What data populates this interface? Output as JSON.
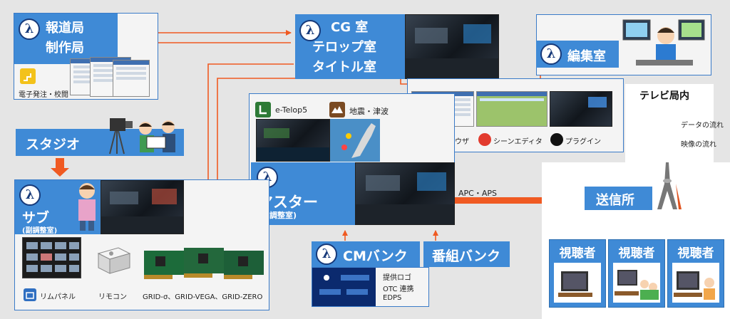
{
  "newsroom": {
    "line1": "報道局",
    "line2": "制作局",
    "caption": "電子発注・校閲"
  },
  "cg": {
    "line1": "CG 室",
    "line2": "テロップ室",
    "line3": "タイトル室"
  },
  "editing": {
    "title": "編集室"
  },
  "tools": {
    "items": [
      {
        "label": "素材ブラウザ"
      },
      {
        "label": "シーンエディタ"
      },
      {
        "label": "プラグイン"
      }
    ]
  },
  "station": {
    "title": "テレビ局内"
  },
  "legend": {
    "data_flow": "データの流れ",
    "video_flow": "映像の流れ"
  },
  "studio": {
    "title": "スタジオ"
  },
  "master": {
    "title": "マスター",
    "subtitle": "(主調整室)",
    "apps": [
      {
        "label": "e-Telop5"
      },
      {
        "label": "地震・津波"
      }
    ],
    "output_label": "APC・APS"
  },
  "sub": {
    "title": "サブ",
    "subtitle": "(副調整室)",
    "items": [
      {
        "label": "リムパネル"
      },
      {
        "label": "リモコン"
      },
      {
        "label": "GRID-σ、GRID-VEGA、GRID-ZERO"
      }
    ]
  },
  "cm_bank": {
    "title": "CMバンク",
    "notes": [
      "提供ロゴ",
      "OTC 連携",
      "EDPS"
    ]
  },
  "program_bank": {
    "title": "番組バンク"
  },
  "transmitter": {
    "title": "送信所"
  },
  "viewers": [
    {
      "label": "視聴者"
    },
    {
      "label": "視聴者"
    },
    {
      "label": "視聴者"
    }
  ],
  "colors": {
    "panel_blue": "#3f8ad6",
    "panel_border": "#3a7bc8",
    "arrow_orange": "#f05a22",
    "logo_navy": "#173a7a"
  }
}
